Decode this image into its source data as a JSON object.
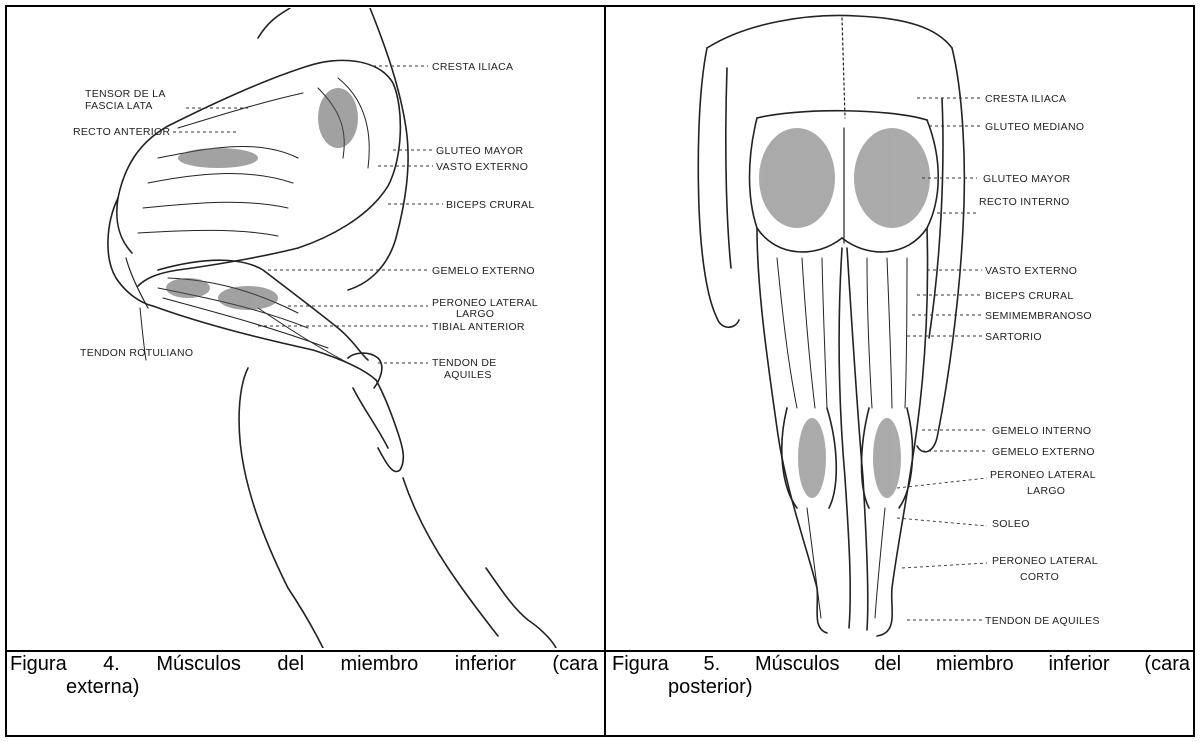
{
  "figure4": {
    "labels": {
      "cresta": "CRESTA ILIACA",
      "tensor1": "TENSOR DE LA",
      "tensor2": "FASCIA LATA",
      "recto": "RECTO ANTERIOR",
      "gluteo": "GLUTEO MAYOR",
      "vasto": "VASTO EXTERNO",
      "biceps": "BICEPS CRURAL",
      "gemelo": "GEMELO EXTERNO",
      "peroneo1": "PERONEO LATERAL",
      "peroneo2": "LARGO",
      "tibial": "TIBIAL ANTERIOR",
      "rotuliano": "TENDON ROTULIANO",
      "aquiles1": "TENDON DE",
      "aquiles2": "AQUILES"
    },
    "caption_line1": "Figura 4. Músculos del miembro inferior (cara",
    "caption_line2": "externa)"
  },
  "figure5": {
    "labels": {
      "cresta": "CRESTA ILIACA",
      "gluteo_mediano": "GLUTEO MEDIANO",
      "gluteo_mayor": "GLUTEO MAYOR",
      "recto_interno": "RECTO INTERNO",
      "vasto": "VASTO EXTERNO",
      "biceps": "BICEPS CRURAL",
      "semimembranoso": "SEMIMEMBRANOSO",
      "sartorio": "SARTORIO",
      "gemelo_interno": "GEMELO INTERNO",
      "gemelo_externo": "GEMELO EXTERNO",
      "peroneo_largo1": "PERONEO LATERAL",
      "peroneo_largo2": "LARGO",
      "soleo": "SOLEO",
      "peroneo_corto1": "PERONEO LATERAL",
      "peroneo_corto2": "CORTO",
      "aquiles": "TENDON DE AQUILES"
    },
    "caption_line1": "Figura 5. Músculos del miembro inferior (cara",
    "caption_line2": "posterior)"
  }
}
